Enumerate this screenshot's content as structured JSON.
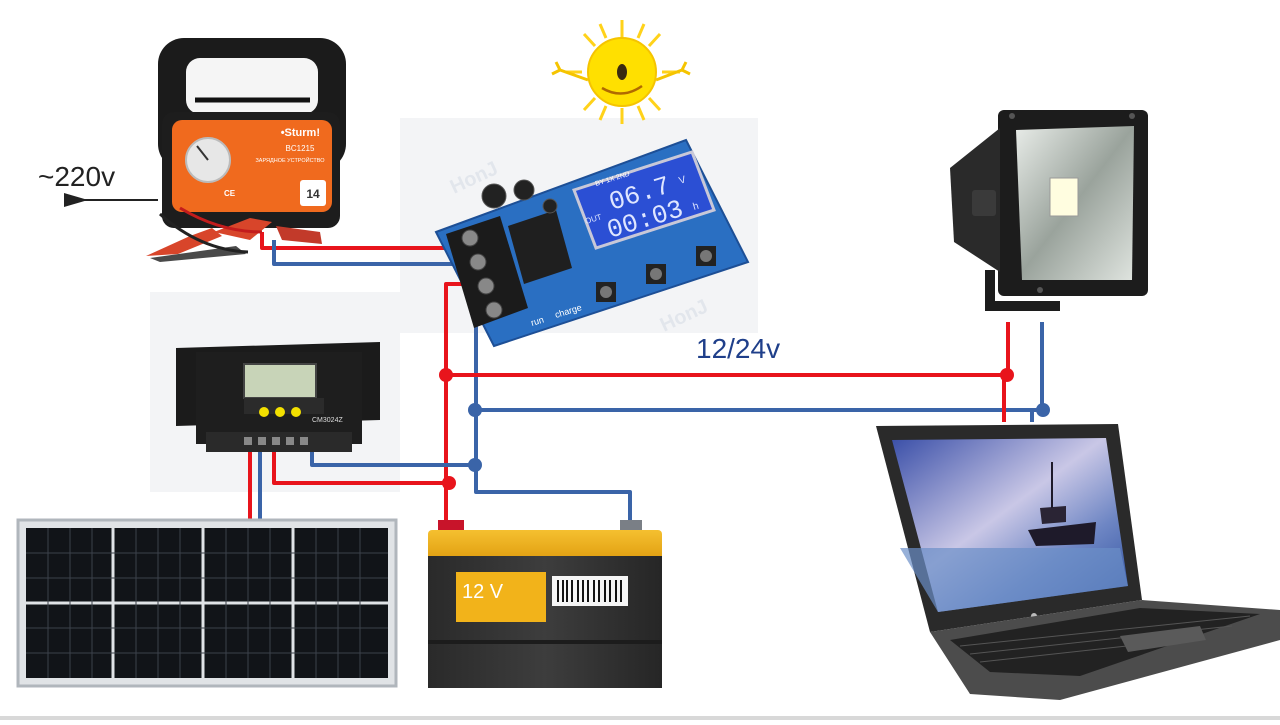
{
  "labels": {
    "mains_voltage": "~220v",
    "system_voltage": "12/24v",
    "battery_voltage": "12 V",
    "charger_brand": "•Sturm!",
    "charger_model": "BC1215",
    "charger_caption": "ЗАРЯДНОЕ УСТРОЙСТВО",
    "charger_badge": "14",
    "charger_ce": "CE",
    "controller_model": "CM3024Z",
    "lcd_top_value": "06.7",
    "lcd_top_unit": "V",
    "lcd_bottom_value": "00:03",
    "lcd_bottom_unit": "h",
    "lcd_out": "OUT",
    "lcd_header": "BY 1X 2ND",
    "module_run": "run",
    "module_charge": "charge",
    "watermark": "HonJ"
  },
  "colors": {
    "positive_wire": "#e8141c",
    "negative_wire": "#3a64a8",
    "lcd": "#2b4fd4",
    "module_pcb": "#2a6fc2",
    "charger": "#f06a1e",
    "battery_top": "#f2b31a",
    "sun": "#ffe000"
  },
  "icons": [
    "sun-icon",
    "arrow-right-icon"
  ]
}
